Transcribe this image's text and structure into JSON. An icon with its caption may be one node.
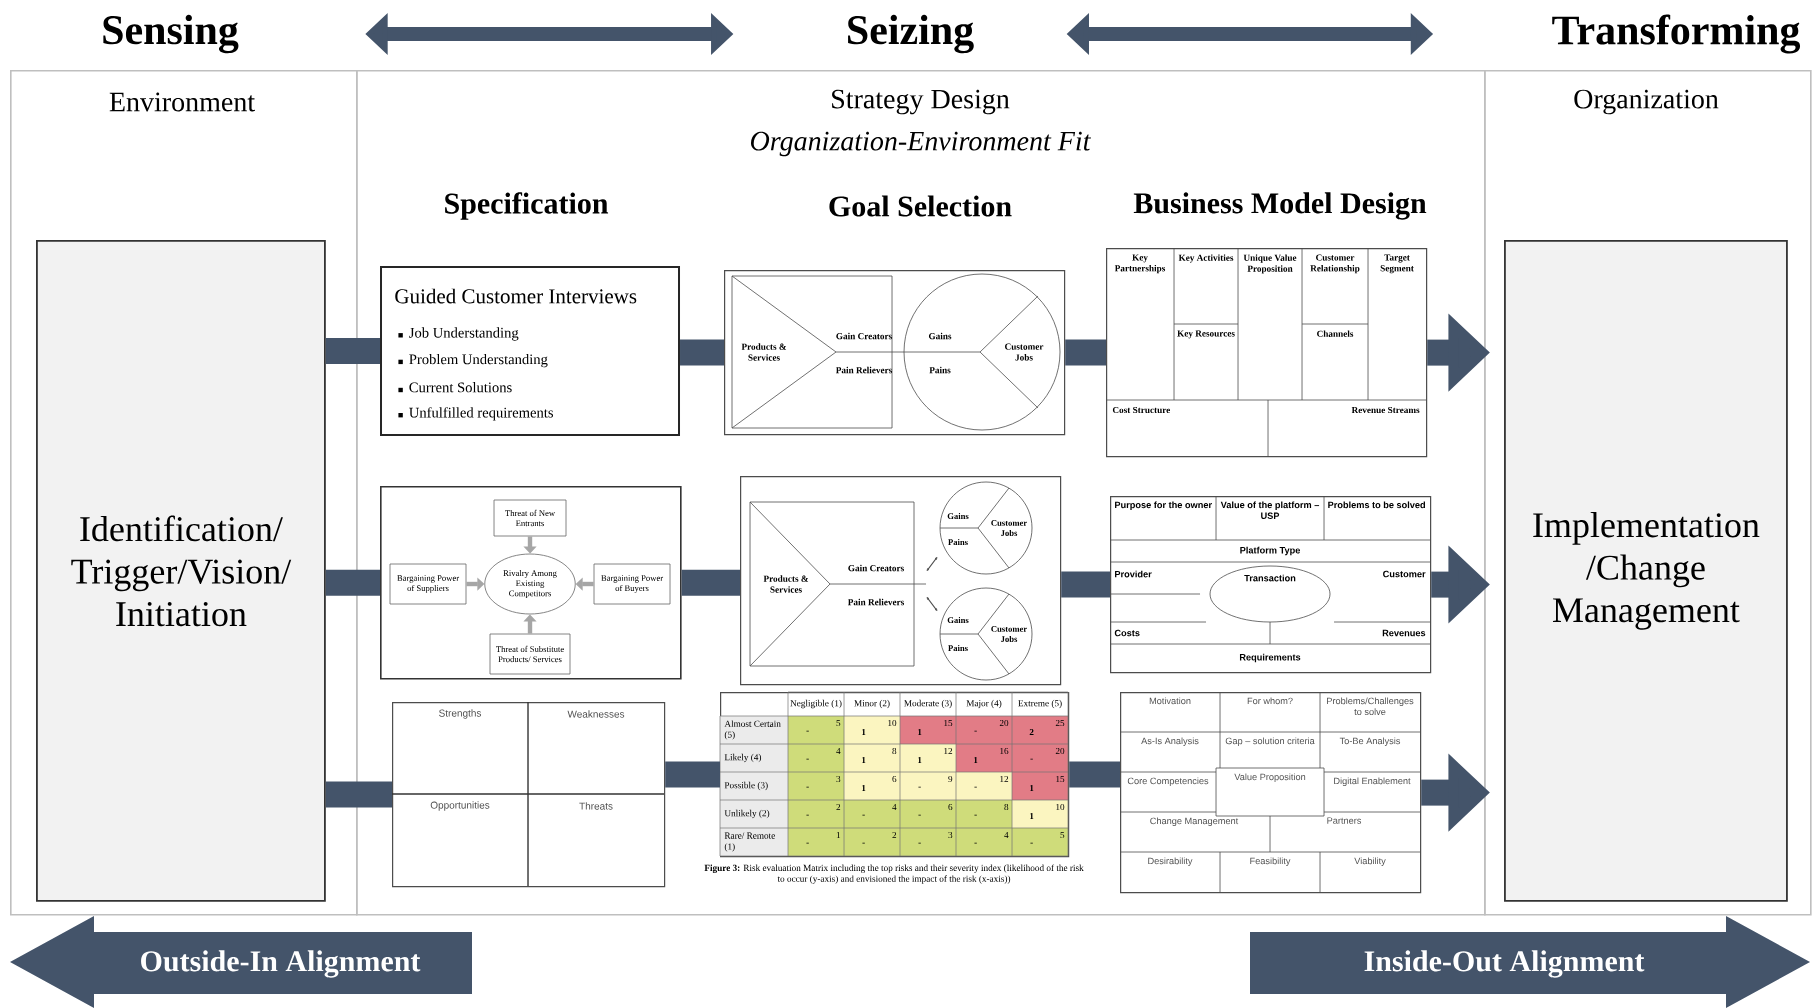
{
  "diagram": {
    "nodes": [
      {
        "text": [
          "Sensing"
        ]
      },
      {
        "text": [
          "Seizing"
        ]
      },
      {
        "text": [
          "Transforming"
        ]
      },
      {
        "text": [
          "Environment"
        ]
      },
      {
        "text": [
          "Identification/ Trigger/Vision/ Initiation"
        ],
        "in": 3
      },
      {
        "text": [
          "Strategy Design",
          "Organization-Environment Fit"
        ]
      },
      {
        "text": [
          "Guided Customer Interviews",
          "Job Understanding",
          "Problem Understanding",
          "Current Solutions",
          "Unfulfilled requirements"
        ],
        "in": 5
      },
      {
        "text": [
          "Products & Services",
          "Gain Creators",
          "Pain Relievers",
          "Gains",
          "Pains",
          "Customer Jobs"
        ],
        "in": 5
      },
      {
        "text": [
          "Key Partnerships",
          "Key Activities",
          "Key Resources",
          "Unique Value Proposition",
          "Customer Relationship",
          "Channels",
          "Target Segment",
          "Cost Structure",
          "Revenue Streams"
        ],
        "in": 5
      },
      {
        "text": [],
        "shape": "box",
        "in": 5
      },
      {
        "text": [
          "Threat of New Entrants"
        ],
        "in": 9
      },
      {
        "text": [
          "Bargaining Power of Suppliers"
        ],
        "in": 9
      },
      {
        "text": [
          "Rivalry Among Existing Competitors"
        ],
        "in": 9
      },
      {
        "text": [
          "Bargaining Power of Buyers"
        ],
        "in": 9
      },
      {
        "text": [
          "Threat of Substitute Products/ Services"
        ],
        "in": 9
      },
      {
        "text": [
          "Products & Services",
          "Gain Creators",
          "Pain Relievers",
          "Gains",
          "Pains",
          "Customer Jobs",
          "Gains",
          "Pains",
          "Customer Jobs"
        ],
        "in": 5
      },
      {
        "text": [
          "Purpose for the owner",
          "Value of the platform – USP",
          "Problems to be solved",
          "Platform Type",
          "Provider",
          "Transaction",
          "Customer",
          "Costs",
          "Revenues",
          "Requirements"
        ],
        "in": 5
      },
      {
        "text": [
          "Strengths",
          "Weaknesses",
          "Opportunities",
          "Threats"
        ],
        "in": 5
      },
      {
        "text": [
          "Negligible (1)",
          "Minor (2)",
          "Moderate (3)",
          "Major (4)",
          "Extreme (5)",
          "Almost Certain (5)",
          "Likely (4)",
          "Possible (3)",
          "Unlikely (2)",
          "Rare/ Remote (1)",
          "-",
          "5",
          "1",
          "10",
          "1",
          "15",
          "-",
          "20",
          "2",
          "25",
          "-",
          "4",
          "1",
          "8",
          "1",
          "12",
          "1",
          "16",
          "-",
          "20",
          "-",
          "3",
          "1",
          "6",
          "-",
          "9",
          "-",
          "12",
          "1",
          "15",
          "-",
          "2",
          "-",
          "4",
          "-",
          "6",
          "-",
          "8",
          "1",
          "10",
          "-",
          "1",
          "-",
          "2",
          "-",
          "3",
          "-",
          "4",
          "-",
          "5"
        ],
        "beside": [
          "**Figure 3:** Risk evaluation Matrix including the top risks and their severity index (likelihood of the risk to occur (y-axis) and envisioned the impact of the risk (x-axis))"
        ],
        "in": 5
      },
      {
        "text": [
          "Motivation",
          "For whom?",
          "Problems/Challenges to solve",
          "As-Is Analysis",
          "Gap – solution criteria",
          "To-Be Analysis",
          "Core Competencies",
          "Value Proposition",
          "Digital Enablement",
          "Change Management",
          "Partners",
          "Desirability",
          "Feasibility",
          "Viability"
        ],
        "in": 5
      },
      {
        "text": [
          "Organization"
        ]
      },
      {
        "text": [
          "Implementation /Change Management"
        ],
        "in": 20
      },
      {
        "text": [
          "Outside-In Alignment"
        ]
      },
      {
        "text": [
          "Inside-Out Alignment"
        ]
      }
    ],
    "edges": [
      {
        "from": 0,
        "to": 1,
        "arrow": "both"
      },
      {
        "from": 1,
        "to": 2,
        "arrow": "both"
      },
      {
        "from": 4,
        "to": 6,
        "arrow": "none"
      },
      {
        "from": 6,
        "to": 7,
        "arrow": "none"
      },
      {
        "from": 7,
        "to": 8,
        "arrow": "none"
      },
      {
        "from": 8,
        "to": 21,
        "arrow": "to"
      },
      {
        "from": 4,
        "to": 9,
        "arrow": "none"
      },
      {
        "from": 9,
        "to": 15,
        "arrow": "none"
      },
      {
        "from": 15,
        "to": 16,
        "arrow": "none"
      },
      {
        "from": 16,
        "to": 21,
        "arrow": "to"
      },
      {
        "from": 4,
        "to": 17,
        "arrow": "none"
      },
      {
        "from": 17,
        "to": 18,
        "arrow": "none"
      },
      {
        "from": 18,
        "to": 19,
        "arrow": "none"
      },
      {
        "from": 19,
        "to": 21,
        "arrow": "to"
      },
      {
        "from": 10,
        "to": 12,
        "arrow": "to",
        "color": "#a6a6a6"
      },
      {
        "from": 11,
        "to": 12,
        "arrow": "to",
        "color": "#a6a6a6"
      },
      {
        "from": 13,
        "to": 12,
        "arrow": "to",
        "color": "#a6a6a6"
      },
      {
        "from": 14,
        "to": 12,
        "arrow": "to",
        "color": "#a6a6a6"
      }
    ],
    "labels": [
      "Specification",
      "Goal Selection",
      "Business Model Design"
    ]
  }
}
